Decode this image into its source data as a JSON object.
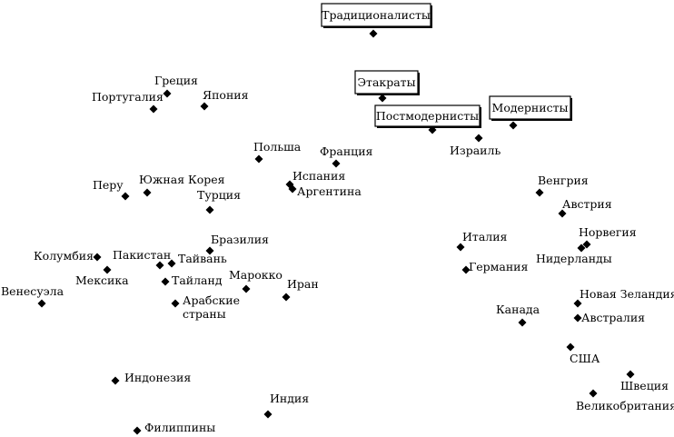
{
  "diagram": {
    "clusters": [
      {
        "id": "traditionalists",
        "label": "Традиционалисты"
      },
      {
        "id": "etakraty",
        "label": "Этакраты"
      },
      {
        "id": "postmodernists",
        "label": "Постмодернисты"
      },
      {
        "id": "modernists",
        "label": "Модернисты"
      }
    ],
    "countries": [
      {
        "id": "greece",
        "label": "Греция"
      },
      {
        "id": "portugal",
        "label": "Португалия"
      },
      {
        "id": "japan",
        "label": "Япония"
      },
      {
        "id": "poland",
        "label": "Польша"
      },
      {
        "id": "france",
        "label": "Франция"
      },
      {
        "id": "israel",
        "label": "Израиль"
      },
      {
        "id": "peru",
        "label": "Перу"
      },
      {
        "id": "south-korea",
        "label": "Южная Корея"
      },
      {
        "id": "spain",
        "label": "Испания"
      },
      {
        "id": "argentina",
        "label": "Аргентина"
      },
      {
        "id": "turkey",
        "label": "Турция"
      },
      {
        "id": "hungary",
        "label": "Венгрия"
      },
      {
        "id": "austria",
        "label": "Австрия"
      },
      {
        "id": "brazil",
        "label": "Бразилия"
      },
      {
        "id": "norway",
        "label": "Норвегия"
      },
      {
        "id": "netherlands",
        "label": "Нидерланды"
      },
      {
        "id": "italy",
        "label": "Италия"
      },
      {
        "id": "germany",
        "label": "Германия"
      },
      {
        "id": "colombia",
        "label": "Колумбия"
      },
      {
        "id": "pakistan",
        "label": "Пакистан"
      },
      {
        "id": "taiwan",
        "label": "Тайвань"
      },
      {
        "id": "mexico",
        "label": "Мексика"
      },
      {
        "id": "thailand",
        "label": "Тайланд"
      },
      {
        "id": "morocco",
        "label": "Марокко"
      },
      {
        "id": "iran",
        "label": "Иран"
      },
      {
        "id": "venezuela",
        "label": "Венесуэла"
      },
      {
        "id": "arab-countries",
        "label": "Арабские\nстраны"
      },
      {
        "id": "new-zealand",
        "label": "Новая Зеландия"
      },
      {
        "id": "canada",
        "label": "Канада"
      },
      {
        "id": "australia",
        "label": "Австралия"
      },
      {
        "id": "usa",
        "label": "США"
      },
      {
        "id": "indonesia",
        "label": "Индонезия"
      },
      {
        "id": "sweden",
        "label": "Швеция"
      },
      {
        "id": "india",
        "label": "Индия"
      },
      {
        "id": "uk",
        "label": "Великобритания"
      },
      {
        "id": "philippines",
        "label": "Филиппины"
      }
    ]
  }
}
